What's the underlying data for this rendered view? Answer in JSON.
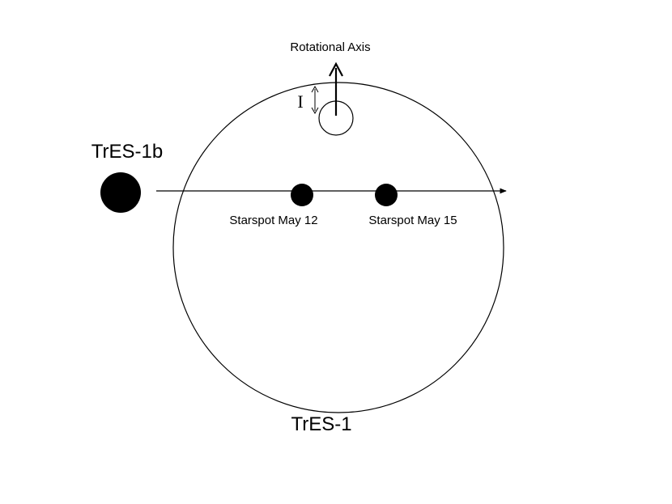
{
  "labels": {
    "rotational_axis": "Rotational Axis",
    "inclination": "I",
    "planet": "TrES-1b",
    "star": "TrES-1",
    "spot_1": "Starspot May 12",
    "spot_2": "Starspot May 15"
  }
}
